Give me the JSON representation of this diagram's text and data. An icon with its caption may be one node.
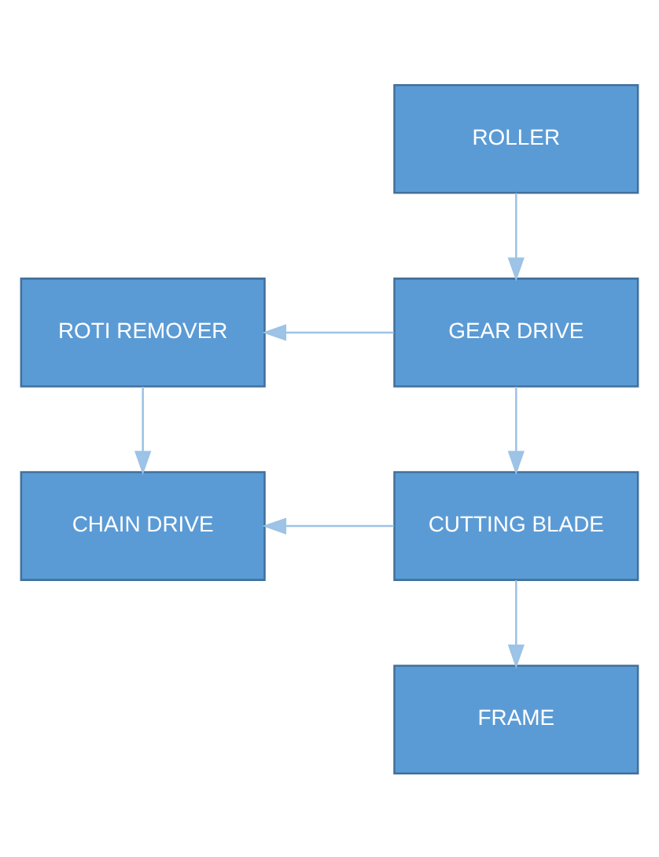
{
  "diagram": {
    "nodes": [
      {
        "text": [
          "ROLLER"
        ]
      },
      {
        "text": [
          "ROTI REMOVER"
        ]
      },
      {
        "text": [
          "GEAR DRIVE"
        ]
      },
      {
        "text": [
          "CHAIN DRIVE"
        ]
      },
      {
        "text": [
          "CUTTING BLADE"
        ]
      },
      {
        "text": [
          "FRAME"
        ]
      }
    ],
    "edges": [
      {
        "from": 0,
        "to": 2,
        "arrow": "to"
      },
      {
        "from": 2,
        "to": 1,
        "arrow": "to"
      },
      {
        "from": 1,
        "to": 3,
        "arrow": "to"
      },
      {
        "from": 2,
        "to": 4,
        "arrow": "to"
      },
      {
        "from": 4,
        "to": 3,
        "arrow": "to"
      },
      {
        "from": 4,
        "to": 5,
        "arrow": "to"
      }
    ]
  }
}
